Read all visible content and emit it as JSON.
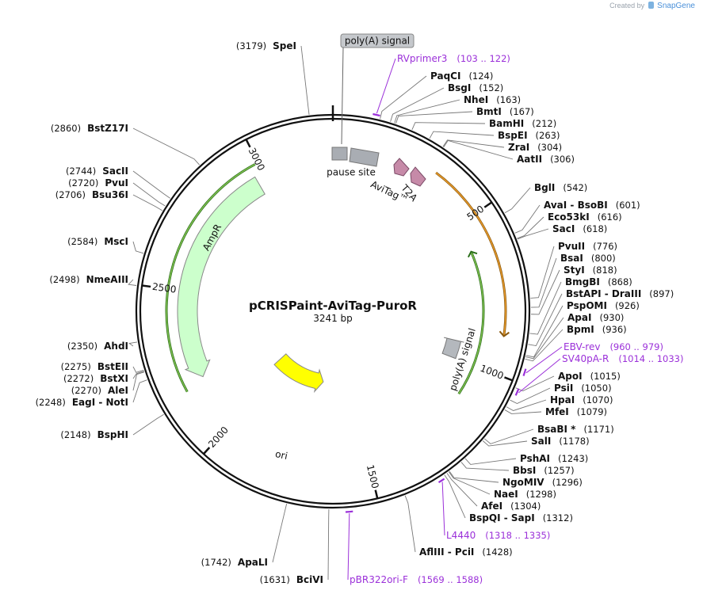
{
  "credit": {
    "prefix": "Created by",
    "brand": "SnapGene",
    "icon": "snapgene-logo-icon"
  },
  "plasmid": {
    "name": "pCRISPaint-AviTag-PuroR",
    "length_label": "3241 bp",
    "length": 3241
  },
  "ticks": [
    "500",
    "1000",
    "1500",
    "2000",
    "2500",
    "3000"
  ],
  "sites": [
    {
      "name": "SpeI",
      "pos": "(3179)",
      "bp": 3179,
      "side": "L"
    },
    {
      "name": "BstZ17I",
      "pos": "(2860)",
      "bp": 2860,
      "side": "L"
    },
    {
      "name": "SacII",
      "pos": "(2744)",
      "bp": 2744,
      "side": "L"
    },
    {
      "name": "PvuI",
      "pos": "(2720)",
      "bp": 2720,
      "side": "L"
    },
    {
      "name": "Bsu36I",
      "pos": "(2706)",
      "bp": 2706,
      "side": "L"
    },
    {
      "name": "MscI",
      "pos": "(2584)",
      "bp": 2584,
      "side": "L"
    },
    {
      "name": "NmeAIII",
      "pos": "(2498)",
      "bp": 2498,
      "side": "L"
    },
    {
      "name": "AhdI",
      "pos": "(2350)",
      "bp": 2350,
      "side": "L"
    },
    {
      "name": "BstEII",
      "pos": "(2275)",
      "bp": 2275,
      "side": "L"
    },
    {
      "name": "BstXI",
      "pos": "(2272)",
      "bp": 2272,
      "side": "L"
    },
    {
      "name": "AleI",
      "pos": "(2270)",
      "bp": 2270,
      "side": "L"
    },
    {
      "name": "EagI - NotI",
      "pos": "(2248)",
      "bp": 2248,
      "side": "L"
    },
    {
      "name": "BspHI",
      "pos": "(2148)",
      "bp": 2148,
      "side": "L"
    },
    {
      "name": "ApaLI",
      "pos": "(1742)",
      "bp": 1742,
      "side": "L"
    },
    {
      "name": "BciVI",
      "pos": "(1631)",
      "bp": 1631,
      "side": "L"
    },
    {
      "name": "PaqCI",
      "pos": "(124)",
      "bp": 124,
      "side": "R"
    },
    {
      "name": "BsgI",
      "pos": "(152)",
      "bp": 152,
      "side": "R"
    },
    {
      "name": "NheI",
      "pos": "(163)",
      "bp": 163,
      "side": "R"
    },
    {
      "name": "BmtI",
      "pos": "(167)",
      "bp": 167,
      "side": "R"
    },
    {
      "name": "BamHI",
      "pos": "(212)",
      "bp": 212,
      "side": "R"
    },
    {
      "name": "BspEI",
      "pos": "(263)",
      "bp": 263,
      "side": "R"
    },
    {
      "name": "ZraI",
      "pos": "(304)",
      "bp": 304,
      "side": "R"
    },
    {
      "name": "AatII",
      "pos": "(306)",
      "bp": 306,
      "side": "R"
    },
    {
      "name": "BglI",
      "pos": "(542)",
      "bp": 542,
      "side": "R"
    },
    {
      "name": "AvaI - BsoBI",
      "pos": "(601)",
      "bp": 601,
      "side": "R"
    },
    {
      "name": "Eco53kI",
      "pos": "(616)",
      "bp": 616,
      "side": "R"
    },
    {
      "name": "SacI",
      "pos": "(618)",
      "bp": 618,
      "side": "R"
    },
    {
      "name": "PvuII",
      "pos": "(776)",
      "bp": 776,
      "side": "R"
    },
    {
      "name": "BsaI",
      "pos": "(800)",
      "bp": 800,
      "side": "R"
    },
    {
      "name": "StyI",
      "pos": "(818)",
      "bp": 818,
      "side": "R"
    },
    {
      "name": "BmgBI",
      "pos": "(868)",
      "bp": 868,
      "side": "R"
    },
    {
      "name": "BstAPI - DraIII",
      "pos": "(897)",
      "bp": 897,
      "side": "R"
    },
    {
      "name": "PspOMI",
      "pos": "(926)",
      "bp": 926,
      "side": "R"
    },
    {
      "name": "ApaI",
      "pos": "(930)",
      "bp": 930,
      "side": "R"
    },
    {
      "name": "BpmI",
      "pos": "(936)",
      "bp": 936,
      "side": "R"
    },
    {
      "name": "ApoI",
      "pos": "(1015)",
      "bp": 1015,
      "side": "R"
    },
    {
      "name": "PsiI",
      "pos": "(1050)",
      "bp": 1050,
      "side": "R"
    },
    {
      "name": "HpaI",
      "pos": "(1070)",
      "bp": 1070,
      "side": "R"
    },
    {
      "name": "MfeI",
      "pos": "(1079)",
      "bp": 1079,
      "side": "R"
    },
    {
      "name": "BsaBI *",
      "pos": "(1171)",
      "bp": 1171,
      "side": "R"
    },
    {
      "name": "SalI",
      "pos": "(1178)",
      "bp": 1178,
      "side": "R"
    },
    {
      "name": "PshAI",
      "pos": "(1243)",
      "bp": 1243,
      "side": "R"
    },
    {
      "name": "BbsI",
      "pos": "(1257)",
      "bp": 1257,
      "side": "R"
    },
    {
      "name": "NgoMIV",
      "pos": "(1296)",
      "bp": 1296,
      "side": "R"
    },
    {
      "name": "NaeI",
      "pos": "(1298)",
      "bp": 1298,
      "side": "R"
    },
    {
      "name": "AfeI",
      "pos": "(1304)",
      "bp": 1304,
      "side": "R"
    },
    {
      "name": "BspQI - SapI",
      "pos": "(1312)",
      "bp": 1312,
      "side": "R"
    },
    {
      "name": "AflIII - PciI",
      "pos": "(1428)",
      "bp": 1428,
      "side": "R"
    }
  ],
  "primers": [
    {
      "name": "RVprimer3",
      "range": "(103 .. 122)",
      "start": 103,
      "end": 122
    },
    {
      "name": "EBV-rev",
      "range": "(960 .. 979)",
      "start": 960,
      "end": 979
    },
    {
      "name": "SV40pA-R",
      "range": "(1014 .. 1033)",
      "start": 1014,
      "end": 1033
    },
    {
      "name": "L4440",
      "range": "(1318 .. 1335)",
      "start": 1318,
      "end": 1335
    },
    {
      "name": "pBR322ori-F",
      "range": "(1569 .. 1588)",
      "start": 1569,
      "end": 1588
    }
  ],
  "features": [
    {
      "name": "AmpR",
      "color": "#ccffcc",
      "type": "gene"
    },
    {
      "name": "ori",
      "color": "#ffff00",
      "type": "origin"
    },
    {
      "name": "SV40 poly(A) signal",
      "color": "#a9adb3",
      "type": "polyA"
    },
    {
      "name": "pause site",
      "color": "#a9adb3",
      "type": "misc"
    },
    {
      "name": "AviTag™",
      "color": "#c68aa8",
      "type": "tag"
    },
    {
      "name": "T2A",
      "color": "#c68aa8",
      "type": "peptide"
    },
    {
      "name": "poly(A) signal",
      "color": "#b4b8bd",
      "type": "polyA"
    }
  ],
  "colors": {
    "backbone": "#111111",
    "primer": "#9b30d9",
    "resistance_arc": "#80c050",
    "orange_arc": "#e89a2a"
  }
}
